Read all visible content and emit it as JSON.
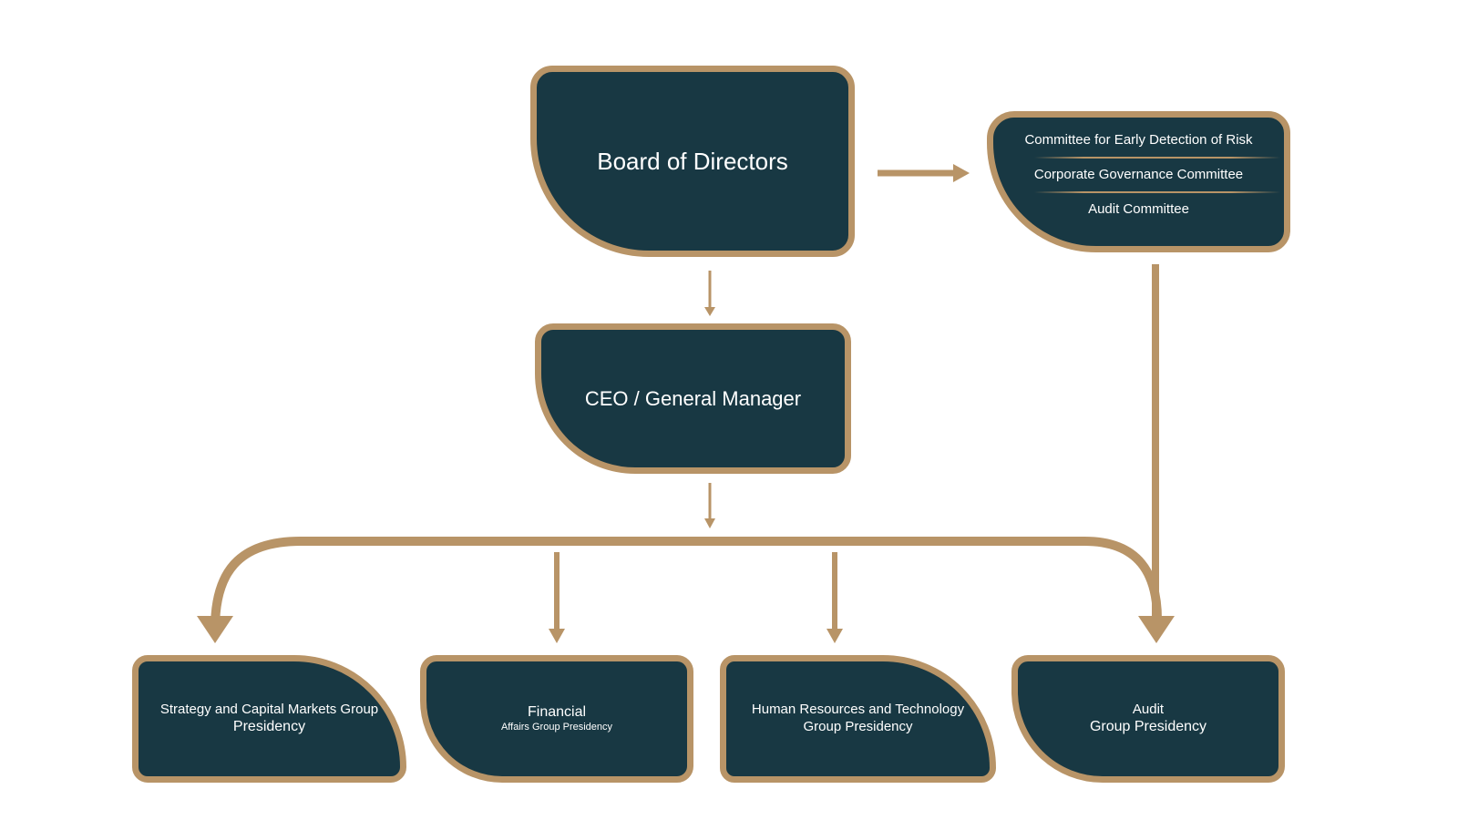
{
  "board": {
    "label": "Board of Directors"
  },
  "ceo": {
    "label": "CEO / General Manager"
  },
  "committees": {
    "items": [
      "Committee for Early Detection of Risk",
      "Corporate Governance Committee",
      "Audit Committee"
    ]
  },
  "groups": [
    {
      "line1": "Strategy and Capital Markets Group",
      "line2": "Presidency"
    },
    {
      "line1": "Financial",
      "line2": "Affairs Group Presidency"
    },
    {
      "line1": "Human Resources and Technology",
      "line2": "Group Presidency"
    },
    {
      "line1": "Audit",
      "line2": "Group Presidency"
    }
  ],
  "colors": {
    "box_fill": "#183843",
    "accent": "#b89467",
    "text": "#ffffff",
    "background": "#ffffff"
  }
}
